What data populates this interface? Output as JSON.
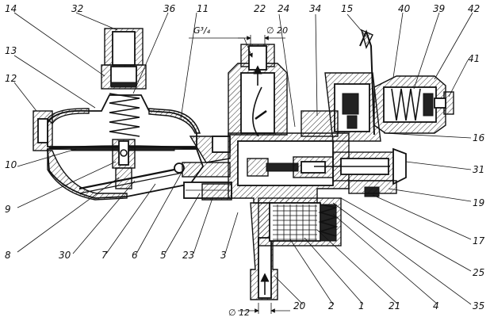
{
  "labels": {
    "l1": "1",
    "l2": "2",
    "l3": "3",
    "l4": "4",
    "l5": "5",
    "l6": "6",
    "l7": "7",
    "l8": "8",
    "l9": "9",
    "l10": "10",
    "l11": "11",
    "l12": "12",
    "l13": "13",
    "l14": "14",
    "l15": "15",
    "l16": "16",
    "l17": "17",
    "l19": "19",
    "l20": "20",
    "l21": "21",
    "l22": "22",
    "l23": "23",
    "l24": "24",
    "l25": "25",
    "l30": "30",
    "l31": "31",
    "l32": "32",
    "l34": "34",
    "l35": "35",
    "l36": "36",
    "l39": "39",
    "l40": "40",
    "l41": "41",
    "l42": "42"
  },
  "dimensions": {
    "thread": "G³/₄",
    "outlet_diameter": "∅ 20",
    "inlet_diameter": "∅ 12"
  }
}
